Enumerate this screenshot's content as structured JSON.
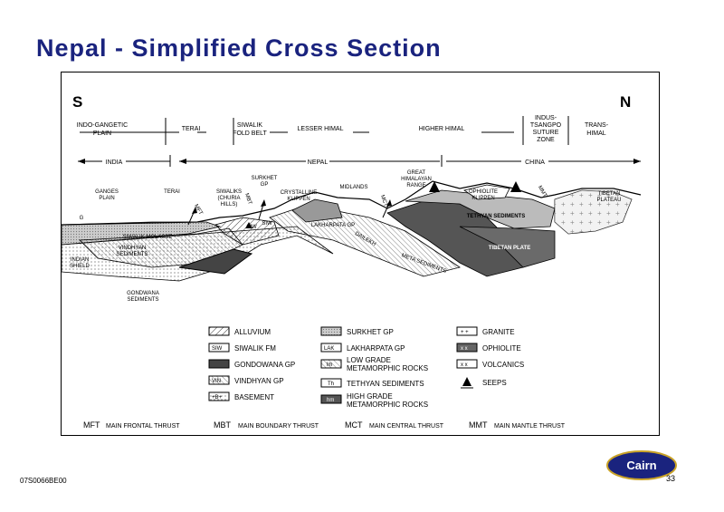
{
  "slide": {
    "title": "Nepal - Simplified Cross Section",
    "footer_code": "07S0066BE00",
    "page_number": "33",
    "logo_text": "Cairn"
  },
  "section": {
    "south": "S",
    "north": "N",
    "zones": [
      [
        "INDO-GANGETIC",
        "PLAIN"
      ],
      [
        "TERAI"
      ],
      [
        "SIWALIK",
        "FOLD BELT"
      ],
      [
        "LESSER HIMAL"
      ],
      [
        "HIGHER HIMAL"
      ],
      [
        "INDUS-",
        "TSANGPO",
        "SUTURE",
        "ZONE"
      ],
      [
        "TRANS-",
        "HIMAL"
      ]
    ],
    "countries": [
      "INDIA",
      "NEPAL",
      "CHINA"
    ],
    "features": {
      "ganges_plain": [
        "GANGES",
        "PLAIN"
      ],
      "terai": [
        "TERAI"
      ],
      "siwaliks": [
        "SIWALIKS",
        "(CHURIA",
        "HILLS)"
      ],
      "surkhet": [
        "SURKHET",
        "GP"
      ],
      "crystalline": [
        "CRYSTALLINE",
        "KLIPPEN"
      ],
      "midlands": "MIDLANDS",
      "great_himalayan": [
        "GREAT",
        "HIMALAYAN",
        "RANGE"
      ],
      "ophiolite": [
        "OPHIOLITE",
        "KLIPPEN"
      ],
      "tibetan_plateau": [
        "TIBETAN",
        "PLATEAU"
      ],
      "siwalik_molasse": "SIWALIK MOLASSE",
      "vindhyan": [
        "VINDHYAN",
        "SEDIMENTS"
      ],
      "indian_shield": [
        "INDIAN",
        "SHIELD"
      ],
      "gondwana": [
        "GONDWANA",
        "SEDIMENTS"
      ],
      "tethyan": "TETHYAN SEDIMENTS",
      "tibetan_plate": "TIBETAN PLATE",
      "lakharpata": "LAKHARPATA GP",
      "dailekh": "DAILEKH",
      "meta_sediments": "META SEDIMENTS",
      "mbt": "MBT",
      "mft": "MFT",
      "mct": "MCT",
      "mmt": "MMT",
      "siw1": "SIW",
      "siw2": "SIW",
      "g": "G"
    },
    "legend": {
      "col1": [
        {
          "sym": "",
          "label": "ALLUVIUM"
        },
        {
          "sym": "SIW",
          "label": "SIWALIK FM"
        },
        {
          "sym": "",
          "label": "GONDOWANA GP"
        },
        {
          "sym": "VIN",
          "label": "VINDHYAN GP"
        },
        {
          "sym": "+B+",
          "label": "BASEMENT"
        }
      ],
      "col2": [
        {
          "sym": "",
          "label": [
            "SURKHET GP"
          ]
        },
        {
          "sym": "LAK",
          "label": [
            "LAKHARPATA GP"
          ]
        },
        {
          "sym": "lm",
          "label": [
            "LOW GRADE",
            "METAMORPHIC ROCKS"
          ]
        },
        {
          "sym": "Th",
          "label": [
            "TETHYAN SEDIMENTS"
          ]
        },
        {
          "sym": "hm",
          "label": [
            "HIGH GRADE",
            "METAMORPHIC ROCKS"
          ]
        }
      ],
      "col3": [
        {
          "sym": "+ +",
          "label": "GRANITE"
        },
        {
          "sym": "x x",
          "label": "OPHIOLITE"
        },
        {
          "sym": "x x",
          "label": "VOLCANICS"
        },
        {
          "sym": "",
          "label": "SEEPS"
        }
      ]
    },
    "thrusts": [
      {
        "abbr": "MFT",
        "label": "MAIN FRONTAL THRUST"
      },
      {
        "abbr": "MBT",
        "label": "MAIN BOUNDARY THRUST"
      },
      {
        "abbr": "MCT",
        "label": "MAIN CENTRAL THRUST"
      },
      {
        "abbr": "MMT",
        "label": "MAIN MANTLE THRUST"
      }
    ]
  },
  "colors": {
    "title": "#1a237e",
    "logo_navy": "#1a237e",
    "logo_gold": "#c9a227"
  }
}
